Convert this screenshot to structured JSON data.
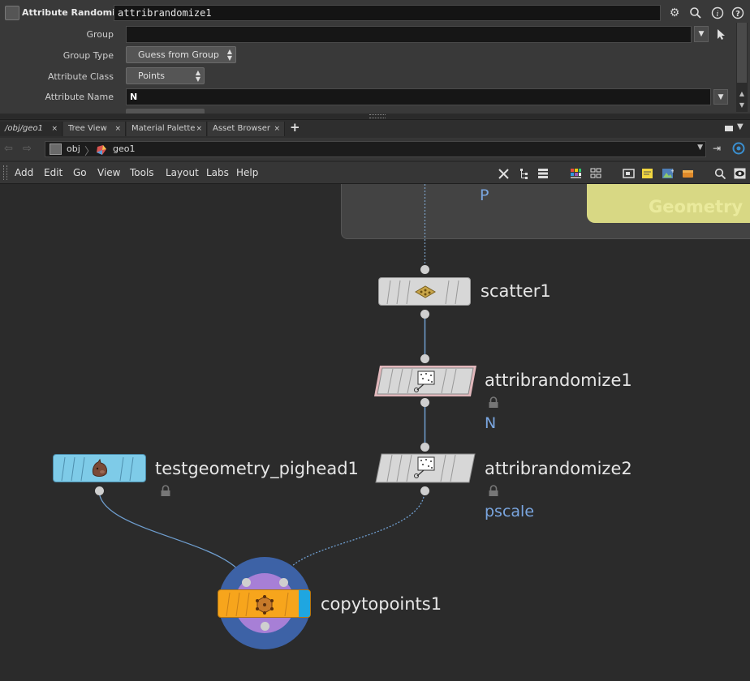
{
  "params": {
    "node_type": "Attribute Randomize",
    "node_name": "attribrandomize1",
    "group_label": "Group",
    "group_value": "",
    "group_type_label": "Group Type",
    "group_type_value": "Guess from Group",
    "attribute_class_label": "Attribute Class",
    "attribute_class_value": "Points",
    "attribute_name_label": "Attribute Name",
    "attribute_name_value": "N"
  },
  "tabs": [
    {
      "label": "/obj/geo1"
    },
    {
      "label": "Tree View"
    },
    {
      "label": "Material Palette"
    },
    {
      "label": "Asset Browser"
    }
  ],
  "tab_add": "+",
  "tab_close": "×",
  "path": {
    "obj": "obj",
    "geo": "geo1"
  },
  "menu": [
    "Add",
    "Edit",
    "Go",
    "View",
    "Tools",
    "Layout",
    "Labs",
    "Help"
  ],
  "network": {
    "input_flag": "P",
    "netbox_label": "Geometry",
    "nodes": {
      "scatter": {
        "name": "scatter1"
      },
      "attribrandomize1": {
        "name": "attribrandomize1",
        "flag": "N"
      },
      "attribrandomize2": {
        "name": "attribrandomize2",
        "flag": "pscale"
      },
      "testgeometry": {
        "name": "testgeometry_pighead1"
      },
      "copytopoints": {
        "name": "copytopoints1"
      }
    }
  },
  "colors": {
    "accent_blue": "#7aa6e0",
    "copy_orange": "#f7a51c",
    "test_blue": "#7ecbe8",
    "netbox_yellow": "#d8d884"
  }
}
